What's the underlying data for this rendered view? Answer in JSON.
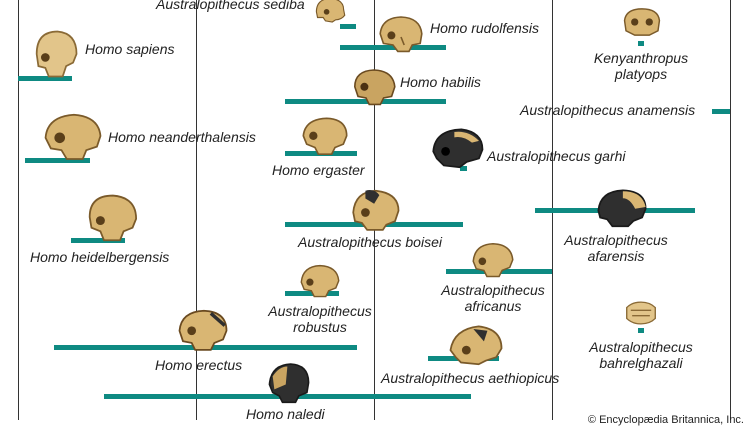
{
  "colors": {
    "bar": "#0e8a82",
    "skull_light": "#d9b673",
    "skull_dark": "#2f2f2f",
    "grid": "#333333"
  },
  "species": [
    {
      "id": "sediba",
      "line1": "Australopithecus sediba",
      "line2": ""
    },
    {
      "id": "rudolfensis",
      "line1": "Homo rudolfensis",
      "line2": ""
    },
    {
      "id": "kenyanthropus",
      "line1": "Kenyanthropus",
      "line2": "platyops"
    },
    {
      "id": "sapiens",
      "line1": "Homo sapiens",
      "line2": ""
    },
    {
      "id": "habilis",
      "line1": "Homo habilis",
      "line2": ""
    },
    {
      "id": "anamensis",
      "line1": "Australopithecus anamensis",
      "line2": ""
    },
    {
      "id": "neanderthalensis",
      "line1": "Homo neanderthalensis",
      "line2": ""
    },
    {
      "id": "ergaster",
      "line1": "Homo ergaster",
      "line2": ""
    },
    {
      "id": "garhi",
      "line1": "Australopithecus garhi",
      "line2": ""
    },
    {
      "id": "heidelbergensis",
      "line1": "Homo heidelbergensis",
      "line2": ""
    },
    {
      "id": "boisei",
      "line1": "Australopithecus boisei",
      "line2": ""
    },
    {
      "id": "afarensis",
      "line1": "Australopithecus",
      "line2": "afarensis"
    },
    {
      "id": "africanus",
      "line1": "Australopithecus",
      "line2": "africanus"
    },
    {
      "id": "robustus",
      "line1": "Australopithecus",
      "line2": "robustus"
    },
    {
      "id": "bahrelghazali",
      "line1": "Australopithecus",
      "line2": "bahrelghazali"
    },
    {
      "id": "erectus",
      "line1": "Homo erectus",
      "line2": ""
    },
    {
      "id": "aethiopicus",
      "line1": "Australopithecus aethiopicus",
      "line2": ""
    },
    {
      "id": "naledi",
      "line1": "Homo naledi",
      "line2": ""
    }
  ],
  "credit": "© Encyclopædia Britannica, Inc."
}
